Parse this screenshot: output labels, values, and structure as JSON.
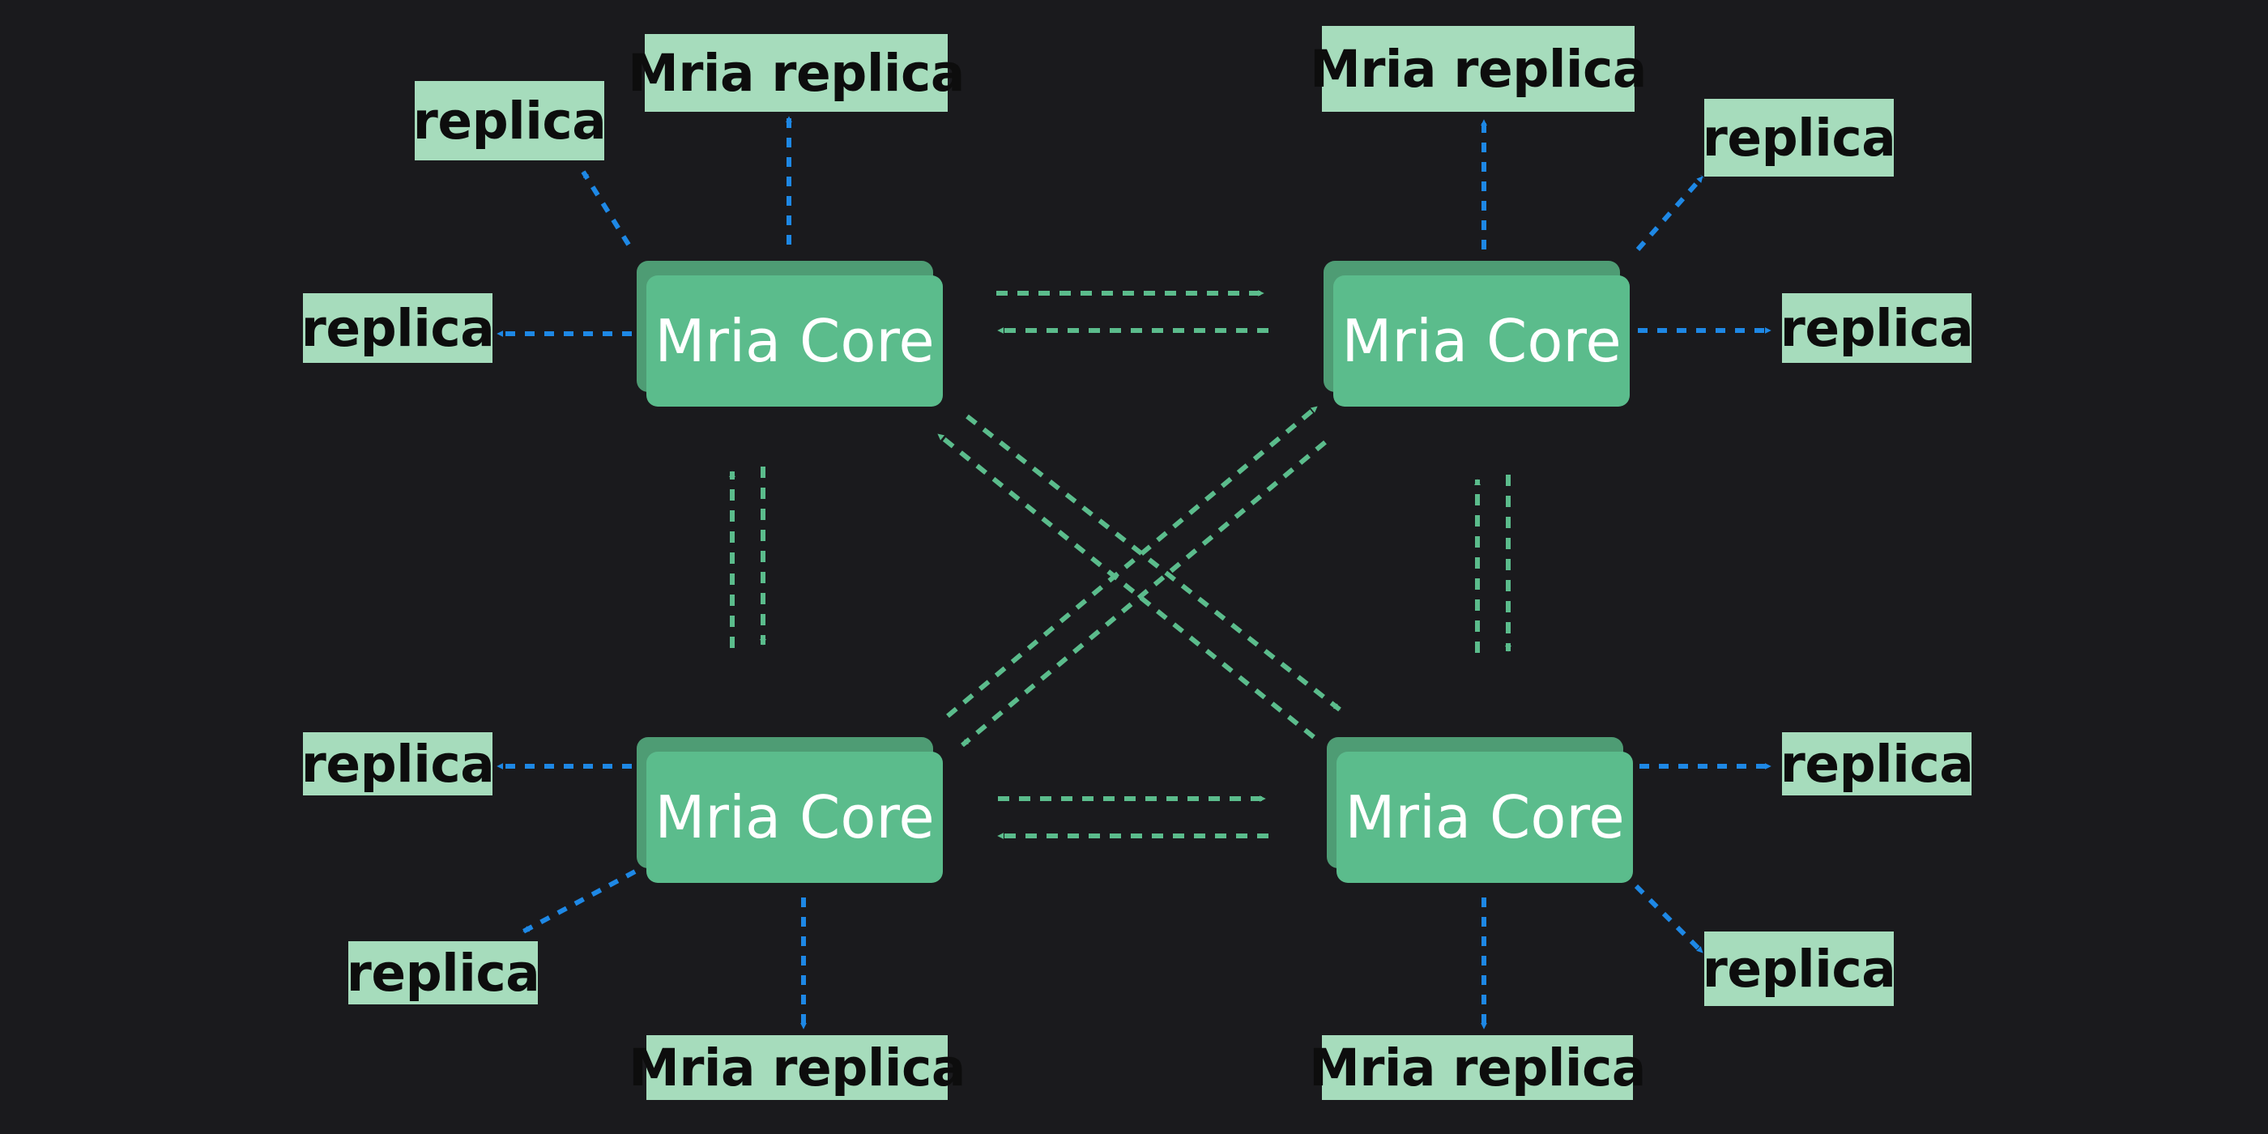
{
  "colors": {
    "background": "#1a1a1d",
    "core_fill": "#5bbc8c",
    "core_shadow": "#4e9c74",
    "replica_fill": "#a6dcbc",
    "core_link": "#5bbc8c",
    "replica_link": "#1e88e5"
  },
  "cores": [
    {
      "id": "tl",
      "label": "Mria Core"
    },
    {
      "id": "tr",
      "label": "Mria Core"
    },
    {
      "id": "bl",
      "label": "Mria Core"
    },
    {
      "id": "br",
      "label": "Mria Core"
    }
  ],
  "replicas": {
    "tl_top": "Mria replica",
    "tl_upleft": "replica",
    "tl_left": "replica",
    "tr_top": "Mria replica",
    "tr_upright": "replica",
    "tr_right": "replica",
    "bl_left": "replica",
    "bl_downleft": "replica",
    "bl_bottom": "Mria replica",
    "br_right": "replica",
    "br_downright": "replica",
    "br_bottom": "Mria replica"
  }
}
